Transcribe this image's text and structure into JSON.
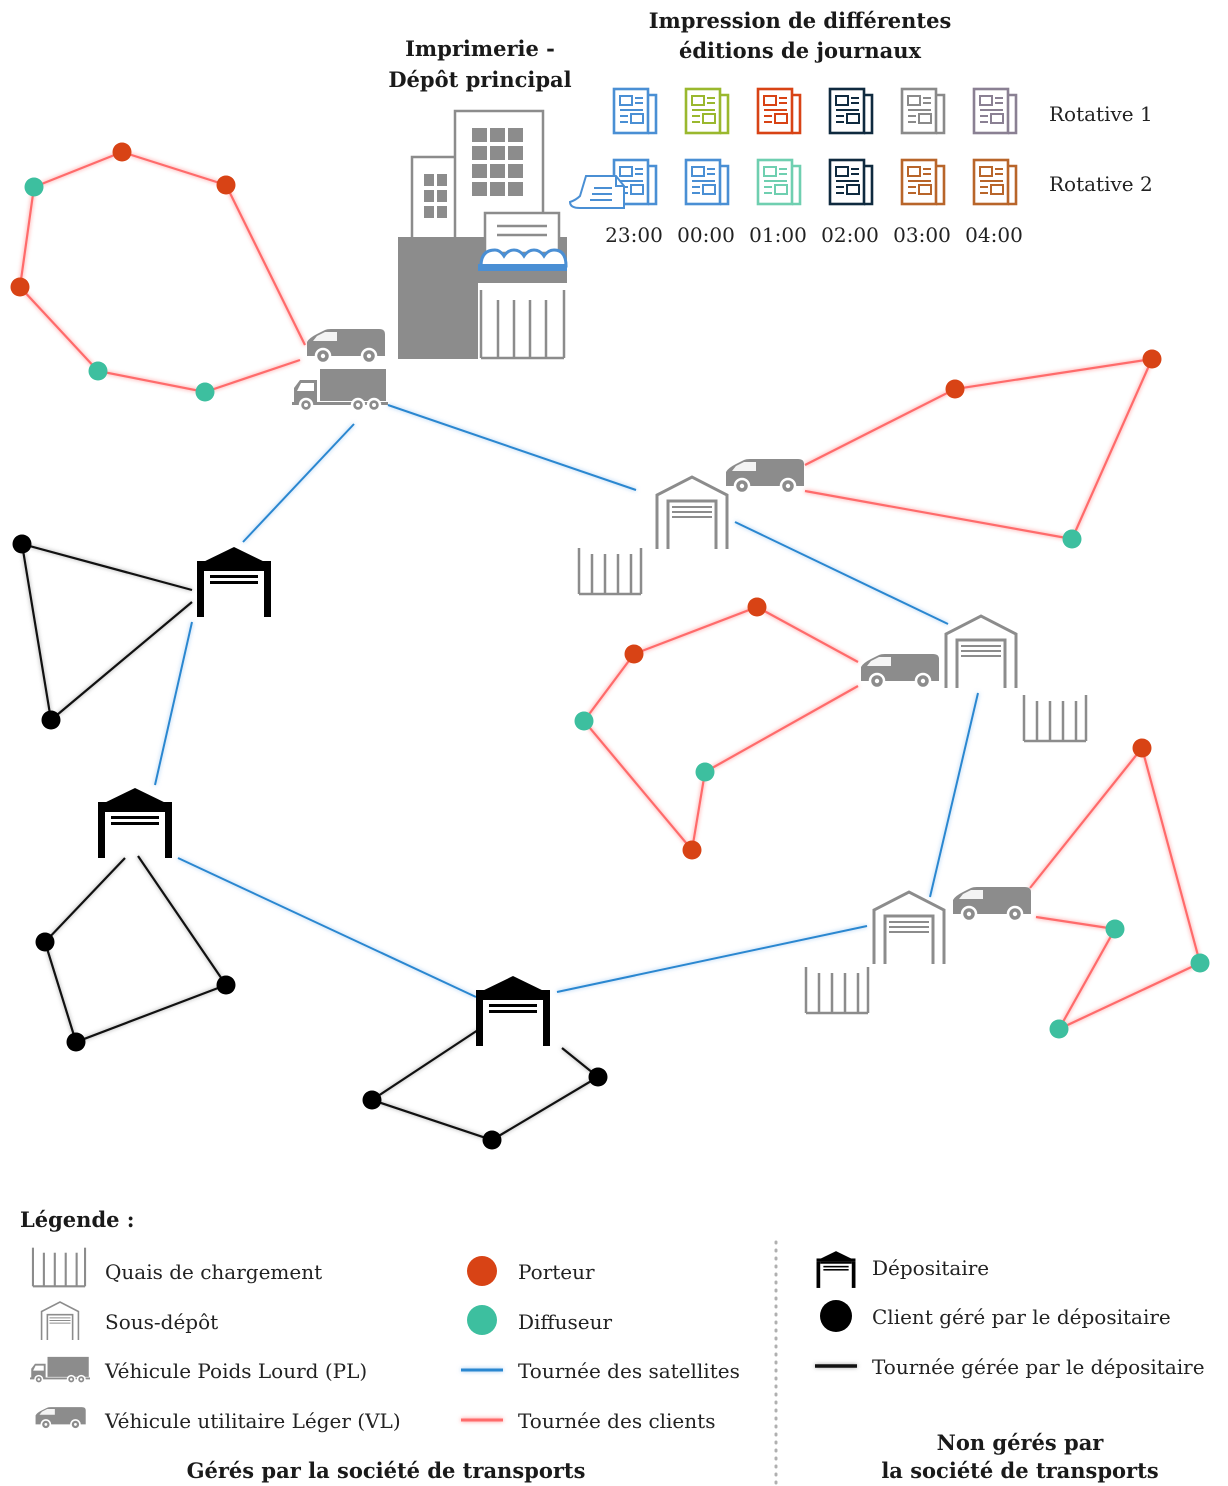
{
  "colors": {
    "porteur": "#d84315",
    "diffuseur": "#3dbf9f",
    "satellite_route": "#2a87d0",
    "client_route": "#ff6b6b",
    "depositaire_route": "#111111",
    "managed_gray": "#8c8c8c"
  },
  "header": {
    "depot_title_line1": "Imprimerie -",
    "depot_title_line2": "Dépôt principal",
    "editions_title_line1": "Impression de différentes",
    "editions_title_line2": "éditions de journaux"
  },
  "rotatives": [
    {
      "label": "Rotative 1",
      "editions": [
        "#4a8fd4",
        "#9ab82e",
        "#d84315",
        "#0f2a3f",
        "#8a8a8a",
        "#8a8093"
      ]
    },
    {
      "label": "Rotative 2",
      "editions": [
        "#4a8fd4",
        "#4a8fd4",
        "#6fcfb0",
        "#0f2a3f",
        "#b8652a",
        "#b8652a"
      ]
    }
  ],
  "times": [
    "23:00",
    "00:00",
    "01:00",
    "02:00",
    "03:00",
    "04:00"
  ],
  "legend": {
    "title": "Légende :",
    "managed": {
      "items": [
        {
          "icon": "loading-dock-icon",
          "label": "Quais de chargement"
        },
        {
          "icon": "sub-depot-icon",
          "label": "Sous-dépôt"
        },
        {
          "icon": "truck-icon",
          "label": "Véhicule Poids Lourd (PL)"
        },
        {
          "icon": "van-icon",
          "label": "Véhicule utilitaire Léger (VL)"
        },
        {
          "icon": "porteur-dot-icon",
          "label": "Porteur"
        },
        {
          "icon": "diffuseur-dot-icon",
          "label": "Diffuseur"
        },
        {
          "icon": "satellite-route-line-icon",
          "label": "Tournée des satellites"
        },
        {
          "icon": "client-route-line-icon",
          "label": "Tournée des clients"
        }
      ],
      "caption": "Gérés par la société de transports"
    },
    "unmanaged": {
      "items": [
        {
          "icon": "depositaire-icon",
          "label": "Dépositaire"
        },
        {
          "icon": "client-dot-icon",
          "label": "Client géré par le dépositaire"
        },
        {
          "icon": "depositaire-route-line-icon",
          "label": "Tournée gérée par le dépositaire"
        }
      ],
      "caption_line1": "Non gérés par",
      "caption_line2": "la société de transports"
    }
  }
}
